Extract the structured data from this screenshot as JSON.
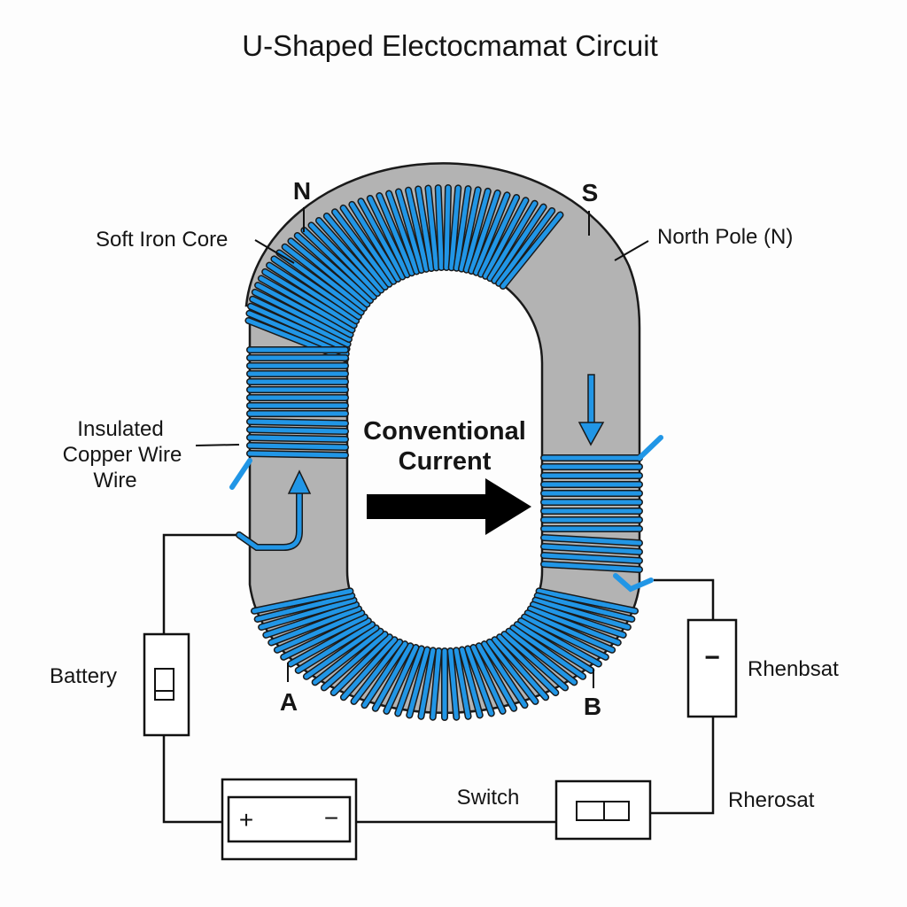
{
  "title": "U-Shaped Electocmamat Circuit",
  "colors": {
    "core": "#b3b3b3",
    "core_outline": "#1a1a1a",
    "coil": "#2196e6",
    "arrow": "#000000",
    "background": "#fdfdfd"
  },
  "poles": {
    "left_top": "N",
    "right_top": "S",
    "left_bottom": "A",
    "right_bottom": "B"
  },
  "labels": {
    "soft_iron_core": "Soft Iron Core",
    "north_pole": "North Pole (N)",
    "insulated_wire_line1": "Insulated",
    "insulated_wire_line2": "Copper Wire",
    "insulated_wire_line3": "Wire",
    "current_line1": "Conventional",
    "current_line2": "Current",
    "battery": "Battery",
    "switch": "Switch",
    "rheostat_upper": "Rhenbsat",
    "rheostat_lower": "Rherosat"
  },
  "battery_cell": {
    "plus": "+",
    "minus": "−"
  },
  "rheostat_symbol": "−",
  "icons": {
    "current_arrow": "right-arrow-icon",
    "left_flow_arrow": "up-arrow-icon",
    "right_flow_arrow": "down-arrow-icon"
  }
}
